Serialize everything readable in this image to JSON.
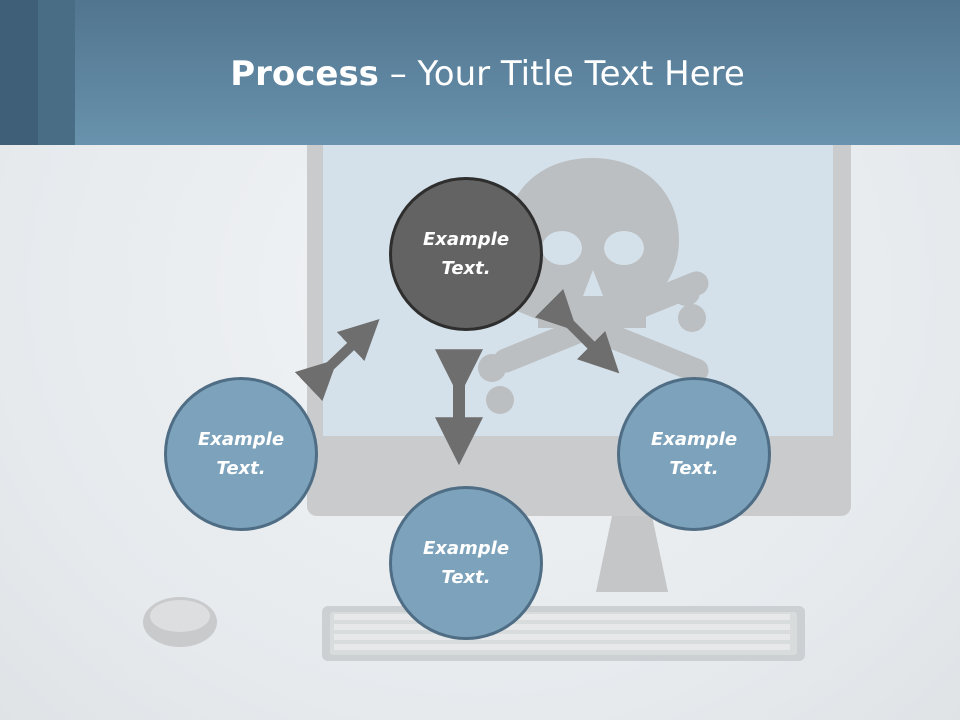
{
  "header": {
    "title_bold": "Process",
    "title_rest": " – Your Title Text Here"
  },
  "nodes": {
    "top": "Example\nText.",
    "left": "Example\nText.",
    "right": "Example\nText.",
    "bottom": "Example\nText."
  },
  "colors": {
    "header": "#6892ad",
    "node_primary": "#636363",
    "node_secondary": "#7ca3bb",
    "arrow": "#6e6e6e"
  },
  "background_icons": [
    "monitor-icon",
    "skull-crossbones-icon",
    "keyboard-icon",
    "mouse-icon"
  ],
  "arrow_icons": [
    "double-arrow-icon"
  ]
}
